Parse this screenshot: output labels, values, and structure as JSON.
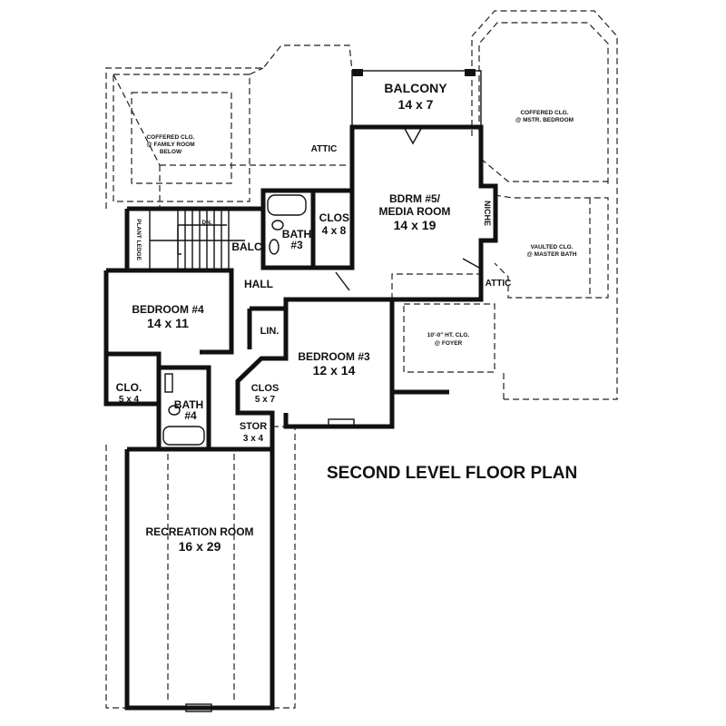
{
  "title": "SECOND LEVEL FLOOR PLAN",
  "rooms": {
    "balcony": {
      "name": "BALCONY",
      "size": "14 x 7"
    },
    "bdrm5": {
      "name1": "BDRM #5/",
      "name2": "MEDIA ROOM",
      "size": "14 x 19"
    },
    "bedroom4": {
      "name": "BEDROOM #4",
      "size": "14 x 11"
    },
    "bedroom3": {
      "name": "BEDROOM #3",
      "size": "12 x 14"
    },
    "recreation": {
      "name": "RECREATION ROOM",
      "size": "16 x 29"
    },
    "bath3": {
      "name": "BATH",
      "num": "#3"
    },
    "bath4": {
      "name": "BATH",
      "num": "#4"
    },
    "clos48": {
      "name": "CLOS.",
      "size": "4 x 8"
    },
    "clos57": {
      "name": "CLOS",
      "size": "5 x 7"
    },
    "clo54": {
      "name": "CLO.",
      "size": "5 x 4"
    },
    "stor": {
      "name": "STOR",
      "size": "3 x 4"
    },
    "lin": "LIN.",
    "hall": "HALL",
    "balc": "BALC",
    "niche": "NICHE",
    "attic1": "ATTIC",
    "attic2": "ATTIC",
    "plant_ledge": "PLANT LEDGE",
    "dn": "DN."
  },
  "notes": {
    "family": [
      "COFFERED CLG.",
      "@ FAMILY ROOM",
      "BELOW"
    ],
    "mstr_bed": [
      "COFFERED CLG.",
      "@ MSTR. BEDROOM"
    ],
    "mstr_bath": [
      "VAULTED CLG.",
      "@ MASTER BATH"
    ],
    "foyer": [
      "10'-0\" HT. CLG.",
      "@ FOYER"
    ]
  }
}
